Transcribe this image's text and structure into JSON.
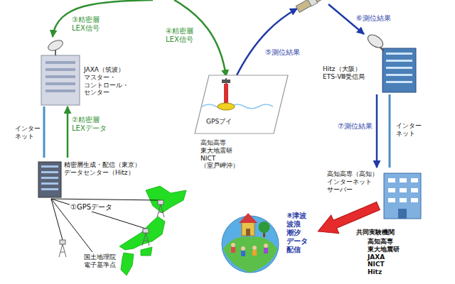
{
  "diagram": {
    "nodes": [
      {
        "text": [
          "JAXA（筑波） マスター・ コントロール・ センター"
        ]
      },
      {
        "text": [
          "精密層生成・配信（東京） データセンター（Hitz）"
        ]
      },
      {
        "text": [
          "国土地理院 電子基準点"
        ]
      },
      {
        "text": [
          "GPSブイ",
          "高知高専 東大地震研 NICT （室戸岬沖）"
        ]
      },
      {
        "text": [
          "Hitz（大阪） ETS-Ⅷ受信局"
        ]
      },
      {
        "text": [
          "高知高専（高知） インターネット サーバー"
        ]
      }
    ],
    "edges": [
      {
        "from": 2,
        "to": 1,
        "label": "①GPSデータ",
        "arrow": "none"
      },
      {
        "from": 1,
        "to": 0,
        "label": "②精密層 LEXデータ",
        "arrow": "to"
      },
      {
        "from": 4,
        "to": 5,
        "label": "⑦測位結果",
        "arrow": "to"
      }
    ],
    "labels": [
      "③精密層 LEX信号",
      "④精密層 LEX信号",
      "⑤測位結果",
      "⑥測位結果",
      "インターネット",
      "インターネット",
      "⑧津波 波浪 潮汐 データ 配信",
      "共同実験機関",
      "高知高専 東大地震研 JAXA NICT Hitz"
    ]
  }
}
